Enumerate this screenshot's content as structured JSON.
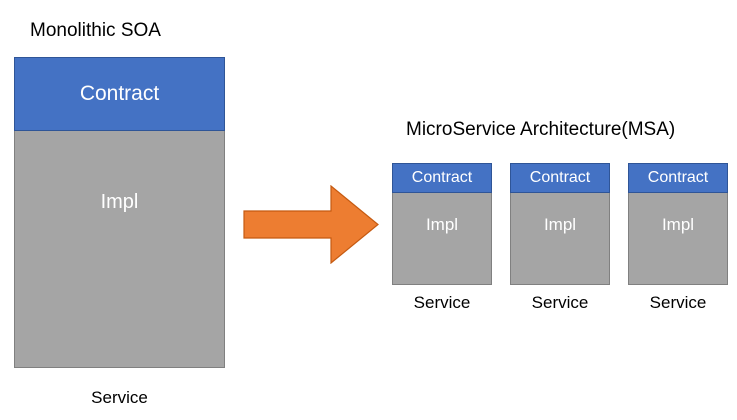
{
  "diagram": {
    "type": "architecture-comparison",
    "background_color": "#FFFFFF",
    "colors": {
      "contract_fill": "#4472C4",
      "contract_border": "#2F5597",
      "impl_fill": "#A5A5A5",
      "impl_border": "#808080",
      "arrow_fill": "#ED7D31",
      "arrow_border": "#C55A11",
      "text_on_shape": "#FFFFFF",
      "text_label": "#000000"
    }
  },
  "left": {
    "title": "Monolithic SOA",
    "block": {
      "contract_label": "Contract",
      "impl_label": "Impl"
    },
    "caption": "Service"
  },
  "arrow": {
    "name": "right-arrow",
    "direction": "right"
  },
  "right": {
    "title": "MicroService Architecture(MSA)",
    "services": [
      {
        "contract_label": "Contract",
        "impl_label": "Impl",
        "caption": "Service"
      },
      {
        "contract_label": "Contract",
        "impl_label": "Impl",
        "caption": "Service"
      },
      {
        "contract_label": "Contract",
        "impl_label": "Impl",
        "caption": "Service"
      }
    ]
  }
}
